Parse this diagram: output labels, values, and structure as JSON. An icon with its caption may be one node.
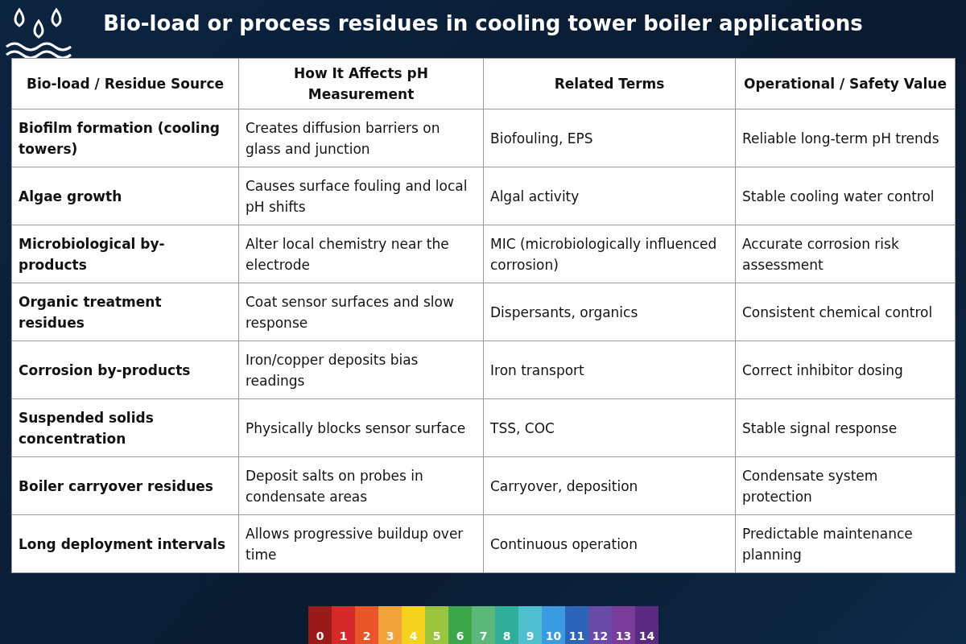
{
  "diagram": {
    "title": "Bio-load or process residues in cooling tower boiler applications",
    "labels": [
      "Bio-load / Residue Source",
      "How It Affects pH Measurement",
      "Related Terms",
      "Operational / Safety Value",
      "Biofilm formation (cooling towers)",
      "Creates diffusion barriers on glass and junction",
      "Biofouling, EPS",
      "Reliable long-term pH trends",
      "Algae growth",
      "Causes surface fouling and local pH shifts",
      "Algal activity",
      "Stable cooling water control",
      "Microbiological by-products",
      "Alter local chemistry near the electrode",
      "MIC (microbiologically influenced corrosion)",
      "Accurate corrosion risk assessment",
      "Organic treatment residues",
      "Coat sensor surfaces and slow response",
      "Dispersants, organics",
      "Consistent chemical control",
      "Corrosion by-products",
      "Iron/copper deposits bias readings",
      "Iron transport",
      "Correct inhibitor dosing",
      "Suspended solids concentration",
      "Physically blocks sensor surface",
      "TSS, COC",
      "Stable signal response",
      "Boiler carryover residues",
      "Deposit salts on probes in condensate areas",
      "Carryover, deposition",
      "Condensate system protection",
      "Long deployment intervals",
      "Allows progressive buildup over time",
      "Continuous operation",
      "Predictable maintenance planning",
      "0",
      "1",
      "2",
      "3",
      "4",
      "5",
      "6",
      "7",
      "8",
      "9",
      "10",
      "11",
      "12",
      "13",
      "14"
    ]
  }
}
